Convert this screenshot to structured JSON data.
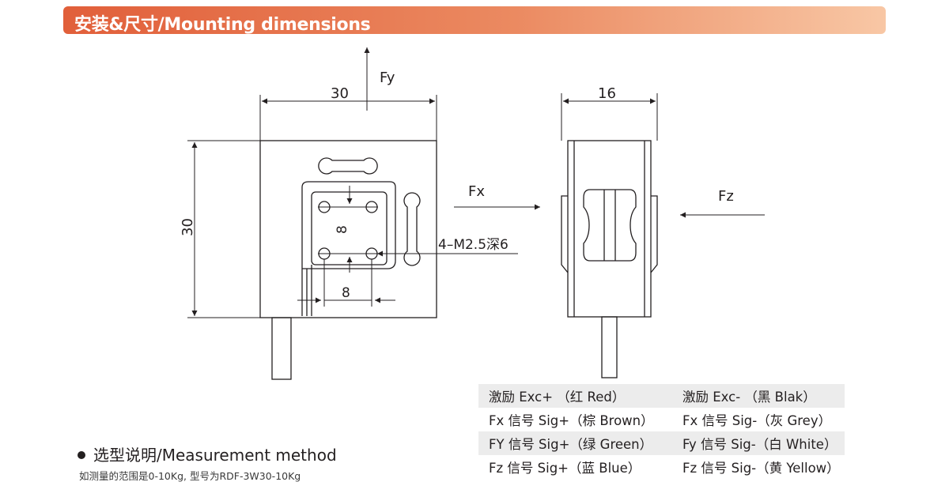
{
  "header": {
    "title": "安装&尺寸/Mounting dimensions"
  },
  "front_view": {
    "width_dim": "30",
    "height_dim": "30",
    "hole_spacing_vertical": "8",
    "hole_spacing_horizontal": "8",
    "thread_callout": "4–M2.5深6",
    "force_fy": "Fy"
  },
  "side_view": {
    "width_dim": "16",
    "force_fx": "Fx",
    "force_fz": "Fz"
  },
  "wiring": [
    [
      "激励 Exc+  （红 Red）",
      "激励 Exc-  （黑 Blak）"
    ],
    [
      "Fx 信号 Sig+（棕 Brown）",
      "Fx 信号 Sig-（灰 Grey）"
    ],
    [
      "FY 信号 Sig+（绿 Green）",
      "Fy 信号 Sig-（白 White）"
    ],
    [
      "Fz 信号 Sig+（蓝 Blue）",
      "Fz 信号 Sig-（黄 Yellow）"
    ]
  ],
  "selection": {
    "heading": "选型说明/Measurement method",
    "description": "如测量的范围是0-10Kg, 型号为RDF-3W30-10Kg"
  },
  "colors": {
    "banner_start": "#e15f3a",
    "banner_end": "#f8c7a5",
    "line": "#231f20",
    "table_stripe": "#ececec"
  }
}
